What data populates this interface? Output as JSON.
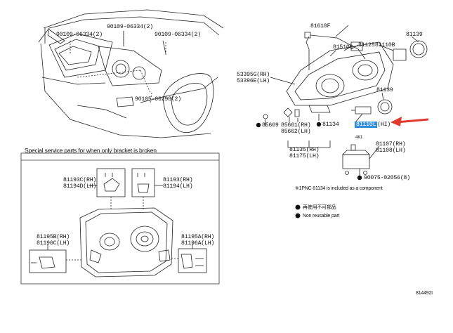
{
  "labels": {
    "p_90109_06334_a": "90109-06334(2)",
    "p_90109_06334_b": "90109-06334(2)",
    "p_90109_06334_c": "90109-06334(2)",
    "p_90105_06298": "90105-06298(2)",
    "p_81610f": "81610F",
    "p_81125": "81125",
    "p_81510c": "81510C",
    "p_81110b": "81110B",
    "p_81139_top": "81139",
    "p_53395g": "53395G(RH)",
    "p_53396e": "53396E(LH)",
    "p_81139_mid": "81139",
    "p_85669": "85669",
    "p_85661": "85661(RH)",
    "p_85662": "85662(LH)",
    "p_81134": "81134",
    "p_81110l": "81110L",
    "p_81110l_suffix": "(HI)",
    "p_81135": "81135(RH)",
    "p_81175": "81175(LH)",
    "p_81107": "81107(RH)",
    "p_81108": "81108(LH)",
    "p_90075": "90075-02056(8)",
    "p_81193c": "81193C(RH)",
    "p_81194d": "81194D(LH)",
    "p_81193": "81193(RH)",
    "p_81194": "81194(LH)",
    "p_81195b": "81195B(RH)",
    "p_81196c": "81196C(LH)",
    "p_81195a": "81195A(RH)",
    "p_81196a": "81196A(LH)",
    "p_4k1": "4K1"
  },
  "notes": {
    "component_note": "※1PNC 81134 is included as a component",
    "not_reusable_cn": "再使用不可部品",
    "not_reusable_en": "Non reusable part",
    "special_service": "Special service parts for when only bracket is broken",
    "diagram_id": "814492I"
  },
  "colors": {
    "highlight": "#2f8fd8",
    "arrow": "#e03a2f"
  }
}
